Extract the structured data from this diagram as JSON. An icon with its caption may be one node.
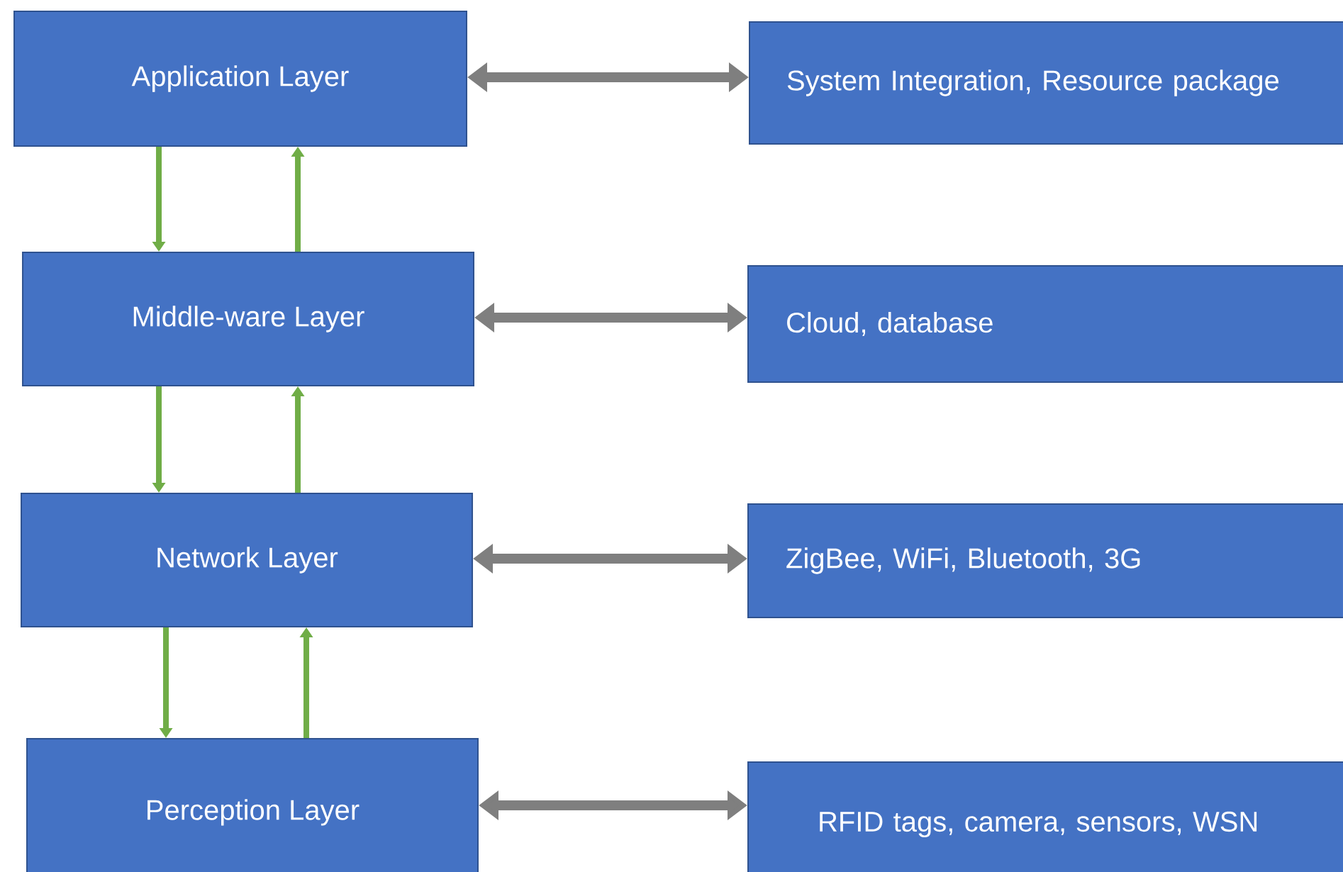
{
  "diagram": {
    "nodes": [
      {
        "text": [
          "Application Layer"
        ]
      },
      {
        "text": [
          "System Integration, Resource package"
        ]
      },
      {
        "text": [
          "Middle-ware Layer"
        ]
      },
      {
        "text": [
          "Cloud, database"
        ]
      },
      {
        "text": [
          "Network Layer"
        ]
      },
      {
        "text": [
          "ZigBee, WiFi, Bluetooth, 3G"
        ]
      },
      {
        "text": [
          "Perception Layer"
        ]
      },
      {
        "text": [
          "RFID tags, camera, sensors, WSN"
        ]
      }
    ],
    "edges": [
      {
        "from": 0,
        "to": 1,
        "arrow": "both",
        "color": "#7f7f7f"
      },
      {
        "from": 0,
        "to": 2,
        "arrow": "to"
      },
      {
        "from": 2,
        "to": 0,
        "arrow": "to"
      },
      {
        "from": 2,
        "to": 3,
        "arrow": "both",
        "color": "#7f7f7f"
      },
      {
        "from": 2,
        "to": 4,
        "arrow": "to"
      },
      {
        "from": 4,
        "to": 2,
        "arrow": "to"
      },
      {
        "from": 4,
        "to": 5,
        "arrow": "both",
        "color": "#7f7f7f"
      },
      {
        "from": 4,
        "to": 6,
        "arrow": "to"
      },
      {
        "from": 6,
        "to": 4,
        "arrow": "to"
      },
      {
        "from": 6,
        "to": 7,
        "arrow": "both",
        "color": "#7f7f7f"
      }
    ]
  }
}
